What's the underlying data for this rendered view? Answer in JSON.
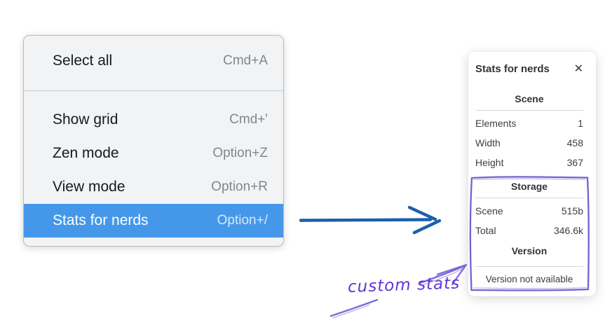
{
  "context_menu": {
    "items": [
      {
        "label": "Select all",
        "shortcut": "Cmd+A"
      },
      {
        "label": "Show grid",
        "shortcut": "Cmd+'"
      },
      {
        "label": "Zen mode",
        "shortcut": "Option+Z"
      },
      {
        "label": "View mode",
        "shortcut": "Option+R"
      },
      {
        "label": "Stats for nerds",
        "shortcut": "Option+/",
        "state": "highlighted"
      }
    ]
  },
  "stats_panel": {
    "title": "Stats for nerds",
    "close_icon": "✕",
    "sections": [
      {
        "header": "Scene",
        "rows": [
          {
            "label": "Elements",
            "value": "1"
          },
          {
            "label": "Width",
            "value": "458"
          },
          {
            "label": "Height",
            "value": "367"
          }
        ]
      },
      {
        "header": "Storage",
        "rows": [
          {
            "label": "Scene",
            "value": "515b"
          },
          {
            "label": "Total",
            "value": "346.6k"
          }
        ]
      },
      {
        "header": "Version",
        "note": "Version not available"
      }
    ]
  },
  "annotations": {
    "custom_stats_label": "custom stats"
  },
  "colors": {
    "menu_highlight": "#4598e9",
    "blue_arrow": "#1d5fa9",
    "annotation_purple": "#7163cf",
    "annotation_text_purple": "#6237d8"
  }
}
